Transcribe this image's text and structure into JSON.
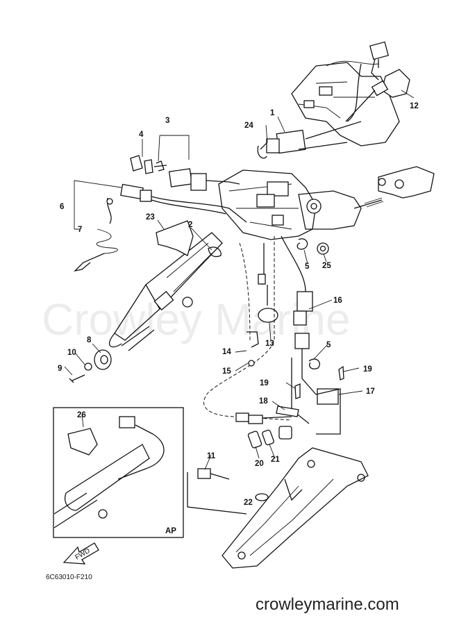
{
  "watermark": "Crowley Marine",
  "footer_url": "crowleymarine.com",
  "diagram_code": "6C63010-F210",
  "inset_tag": "AP",
  "fwd_label": "FWD",
  "callouts": [
    "1",
    "2",
    "3",
    "4",
    "5",
    "5",
    "6",
    "7",
    "8",
    "9",
    "10",
    "11",
    "12",
    "13",
    "14",
    "15",
    "16",
    "17",
    "18",
    "19",
    "19",
    "20",
    "21",
    "22",
    "23",
    "24",
    "25",
    "26"
  ]
}
